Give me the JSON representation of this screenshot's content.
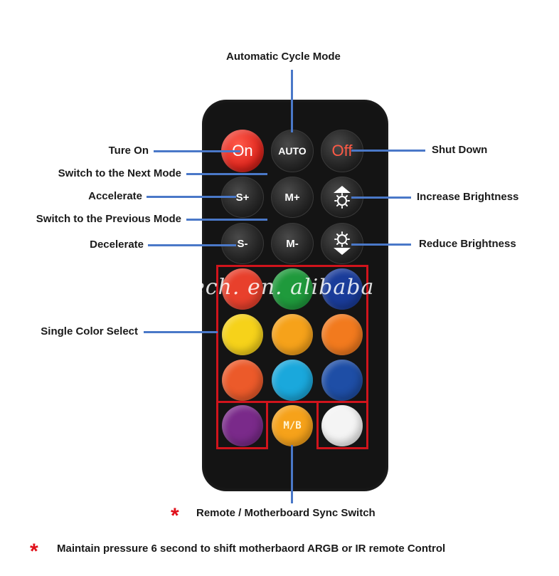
{
  "labels": {
    "auto_cycle": "Automatic Cycle Mode",
    "ture_on": "Ture On",
    "next_mode": "Switch to the Next Mode",
    "accelerate": "Accelerate",
    "prev_mode": "Switch to the Previous Mode",
    "decelerate": "Decelerate",
    "shut_down": "Shut Down",
    "increase_brightness": "Increase Brightness",
    "reduce_brightness": "Reduce Brightness",
    "single_color": "Single Color Select",
    "sync_switch": "Remote / Motherboard Sync Switch",
    "note": "Maintain pressure 6 second to shift motherbaord ARGB or IR remote Control"
  },
  "buttons": {
    "on": "On",
    "auto": "AUTO",
    "off": "Off",
    "s_plus": "S+",
    "m_plus": "M+",
    "s_minus": "S-",
    "m_minus": "M-",
    "mb": "M/B"
  },
  "color_buttons": {
    "row1": [
      "#e8402c",
      "#1f9a3c",
      "#1a3c9a"
    ],
    "row2": [
      "#f6d21a",
      "#f6a21a",
      "#f27a1e"
    ],
    "row3": [
      "#ec5a2a",
      "#1aa8dc",
      "#1e4ea6"
    ],
    "row4": [
      "#7a2a8a",
      "#f6a21a",
      "#f4f4f4"
    ]
  },
  "watermark": "ech. en. alibaba",
  "star_symbol": "*",
  "colors": {
    "leader_line": "#4a78c8",
    "highlight_box": "#d0141c",
    "remote_body": "#141414"
  }
}
